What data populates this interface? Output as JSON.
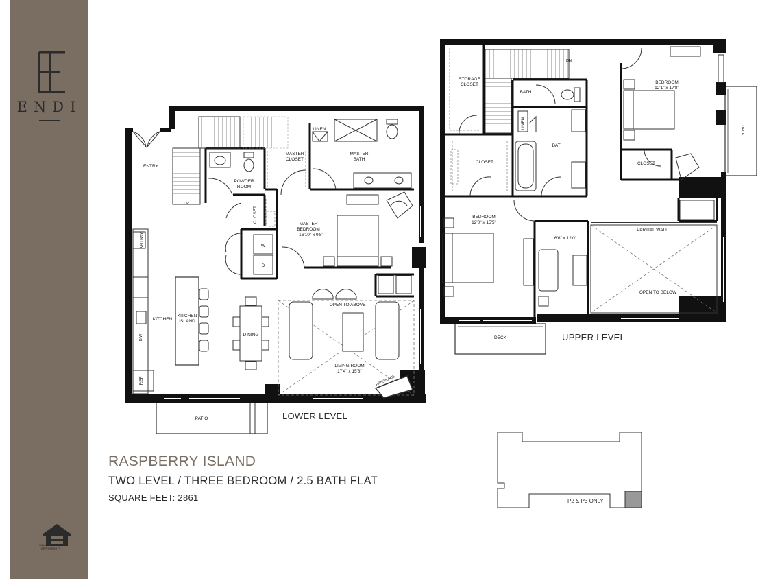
{
  "brand": {
    "name": "ENDI",
    "accent": "#7a6d62"
  },
  "plan": {
    "name": "RASPBERRY ISLAND",
    "description": "TWO LEVEL / THREE BEDROOM / 2.5 BATH FLAT",
    "square_feet": "SQUARE FEET: 2861"
  },
  "levels": {
    "lower": "LOWER LEVEL",
    "upper": "UPPER LEVEL"
  },
  "lower_rooms": {
    "entry": "ENTRY",
    "up": "UP",
    "powder_room": [
      "POWDER",
      "ROOM"
    ],
    "master_closet": [
      "MASTER",
      "CLOSET"
    ],
    "linen": "LINEN",
    "master_bath": [
      "MASTER",
      "BATH"
    ],
    "closet": "CLOSET",
    "master_bedroom": [
      "MASTER",
      "BEDROOM"
    ],
    "master_bedroom_size": "16'10\" x 9'8\"",
    "pantry": "PANTRY",
    "kitchen": "KITCHEN",
    "kitchen_island": [
      "KITCHEN",
      "ISLAND"
    ],
    "dining": "DINING",
    "open_to_above": "OPEN TO ABOVE",
    "living_room": "LIVING ROOM",
    "living_room_size": "17'4\" x 15'3\"",
    "fireplace": "FIREPLACE",
    "patio": "PATIO",
    "ref": "REF",
    "dw": "D/W",
    "washer": "W",
    "dryer": "D"
  },
  "upper_rooms": {
    "storage_closet": [
      "STORAGE",
      "CLOSET"
    ],
    "dn": "DN",
    "bath": "BATH",
    "bath_2": "BATH",
    "linen": "LINEN",
    "closet": "CLOSET",
    "bedroom_1": "BEDROOM",
    "bedroom_1_size": "12'1\" x 17'8\"",
    "closet_2": "CLOSET",
    "deck_side": "DECK",
    "bedroom_2": "BEDROOM",
    "bedroom_2_size": "12'0\" x 15'5\"",
    "den_size": "6'6\" x 12'0\"",
    "partial_wall": "PARTIAL WALL",
    "open_to_below": "OPEN TO BELOW",
    "deck": "DECK"
  },
  "key_plan": {
    "label": "P2 & P3 ONLY"
  },
  "footer": {
    "equal_housing": [
      "EQUAL HOUSING",
      "OPPORTUNITY"
    ]
  }
}
